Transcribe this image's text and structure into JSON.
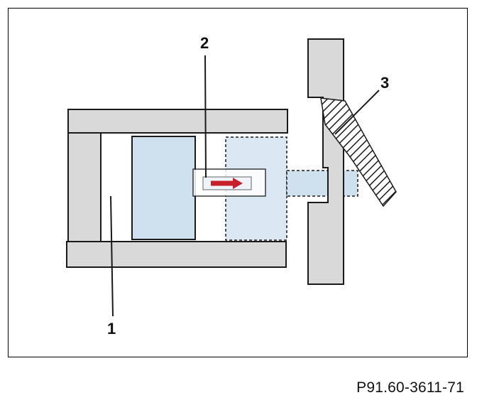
{
  "diagram": {
    "callouts": {
      "c1": "1",
      "c2": "2",
      "c3": "3"
    },
    "colors": {
      "housing_gray": "#d9d9d9",
      "piston_blue": "#cfe0ef",
      "arrow_red": "#c8202a",
      "outline": "#1a1a1a"
    }
  },
  "footer": {
    "reference_code": "P91.60-3611-71"
  }
}
